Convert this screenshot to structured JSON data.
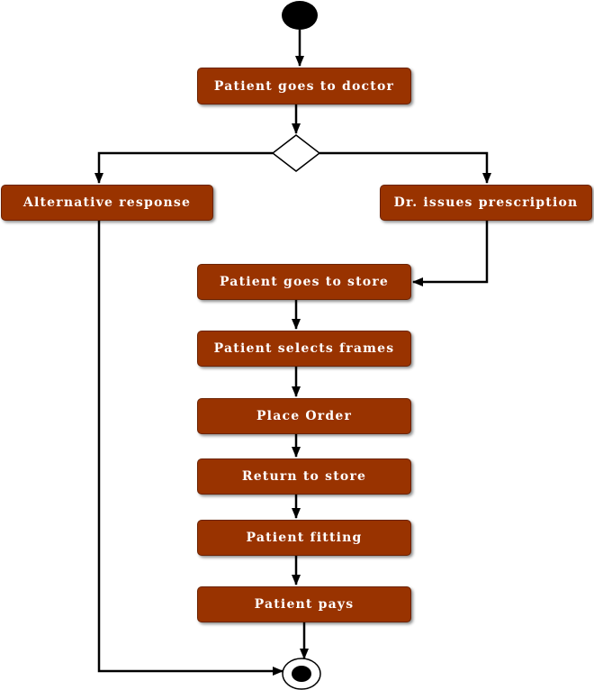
{
  "nodes": {
    "patient_goes_to_doctor": "Patient goes to doctor",
    "alternative_response": "Alternative response",
    "dr_issues_prescription": "Dr. issues prescription",
    "patient_goes_to_store": "Patient goes to store",
    "patient_selects_frames": "Patient selects frames",
    "place_order": "Place Order",
    "return_to_store": "Return to store",
    "patient_fitting": "Patient fitting",
    "patient_pays": "Patient pays"
  },
  "colors": {
    "activity_fill": "#993300",
    "activity_text": "#ffffff",
    "connector": "#000000",
    "start_node": "#000000",
    "end_node": "#000000",
    "decision_fill": "#ffffff"
  }
}
